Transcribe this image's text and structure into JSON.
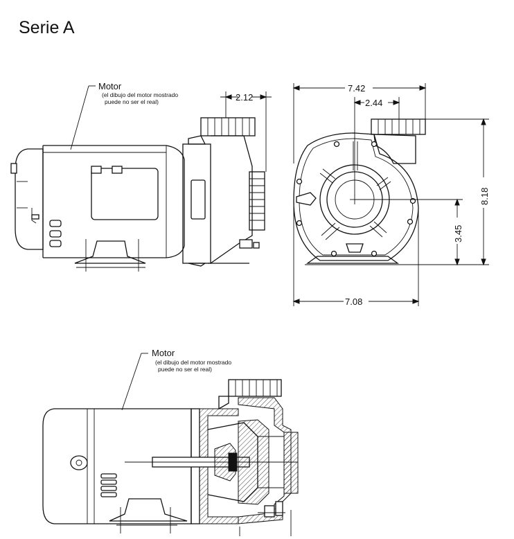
{
  "page_title": "Serie A",
  "side_view": {
    "motor_label": "Motor",
    "motor_note_line1": "(el dibujo del motor mostrado",
    "motor_note_line2": "puede no ser el real)",
    "dim_discharge_offset": "2.12"
  },
  "front_view": {
    "dim_overall_width": "7.42",
    "dim_discharge_center": "2.44",
    "dim_overall_height": "8.18",
    "dim_shaft_height": "3.45",
    "dim_base_width": "7.08"
  },
  "section_view": {
    "motor_label": "Motor",
    "motor_note_line1": "(el dibujo del motor mostrado",
    "motor_note_line2": "puede no ser el real)"
  }
}
